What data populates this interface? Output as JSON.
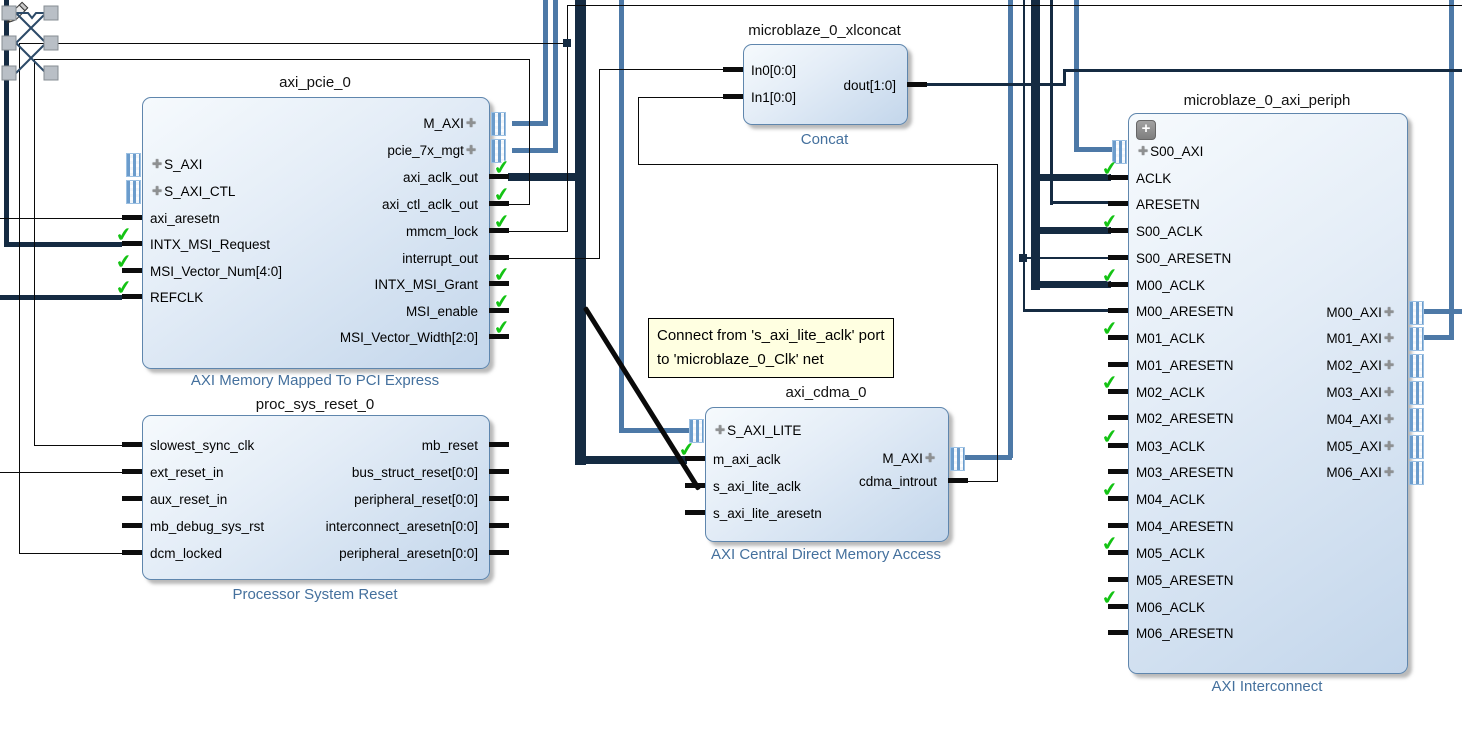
{
  "diagram": {
    "tooltip": {
      "line1": "Connect from 's_axi_lite_aclk' port",
      "line2": "to 'microblaze_0_Clk' net"
    },
    "icons": {
      "interface_plus": "✚",
      "expand_plus": "+",
      "check": "✔"
    },
    "colors": {
      "wire_blue": "#4d79a7",
      "wire_dark": "#152b42",
      "wire_thin": "#0a0a0a",
      "check_green": "#14c314",
      "caption_blue": "#44709d",
      "tooltip_bg": "#ffffe1",
      "block_border": "#5f86ad"
    },
    "blocks": [
      {
        "id": "axi_pcie_0",
        "title": "axi_pcie_0",
        "caption": "AXI Memory Mapped To PCI Express",
        "left": [
          {
            "label": "S_AXI",
            "interface": true
          },
          {
            "label": "S_AXI_CTL",
            "interface": true
          },
          {
            "label": "axi_aresetn"
          },
          {
            "label": "INTX_MSI_Request",
            "check": true
          },
          {
            "label": "MSI_Vector_Num[4:0]",
            "check": true
          },
          {
            "label": "REFCLK",
            "check": true
          }
        ],
        "right": [
          {
            "label": "M_AXI",
            "interface": true
          },
          {
            "label": "pcie_7x_mgt",
            "interface": true
          },
          {
            "label": "axi_aclk_out",
            "check": true
          },
          {
            "label": "axi_ctl_aclk_out",
            "check": true
          },
          {
            "label": "mmcm_lock",
            "check": true
          },
          {
            "label": "interrupt_out"
          },
          {
            "label": "INTX_MSI_Grant",
            "check": true
          },
          {
            "label": "MSI_enable",
            "check": true
          },
          {
            "label": "MSI_Vector_Width[2:0]",
            "check": true
          }
        ]
      },
      {
        "id": "proc_sys_reset_0",
        "title": "proc_sys_reset_0",
        "caption": "Processor System Reset",
        "left": [
          {
            "label": "slowest_sync_clk"
          },
          {
            "label": "ext_reset_in"
          },
          {
            "label": "aux_reset_in"
          },
          {
            "label": "mb_debug_sys_rst"
          },
          {
            "label": "dcm_locked"
          }
        ],
        "right": [
          {
            "label": "mb_reset"
          },
          {
            "label": "bus_struct_reset[0:0]"
          },
          {
            "label": "peripheral_reset[0:0]"
          },
          {
            "label": "interconnect_aresetn[0:0]"
          },
          {
            "label": "peripheral_aresetn[0:0]"
          }
        ]
      },
      {
        "id": "microblaze_0_xlconcat",
        "title": "microblaze_0_xlconcat",
        "caption": "Concat",
        "left": [
          {
            "label": "In0[0:0]"
          },
          {
            "label": "In1[0:0]"
          }
        ],
        "right": [
          {
            "label": "dout[1:0]"
          }
        ]
      },
      {
        "id": "axi_cdma_0",
        "title": "axi_cdma_0",
        "caption": "AXI Central Direct Memory Access",
        "left": [
          {
            "label": "S_AXI_LITE",
            "interface": true
          },
          {
            "label": "m_axi_aclk",
            "check": true
          },
          {
            "label": "s_axi_lite_aclk"
          },
          {
            "label": "s_axi_lite_aresetn"
          }
        ],
        "right": [
          {
            "label": "M_AXI",
            "interface": true
          },
          {
            "label": "cdma_introut"
          }
        ]
      },
      {
        "id": "microblaze_0_axi_periph",
        "title": "microblaze_0_axi_periph",
        "caption": "AXI Interconnect",
        "expandable": true,
        "left": [
          {
            "label": "S00_AXI",
            "interface": true
          },
          {
            "label": "ACLK",
            "check": true
          },
          {
            "label": "ARESETN"
          },
          {
            "label": "S00_ACLK",
            "check": true
          },
          {
            "label": "S00_ARESETN"
          },
          {
            "label": "M00_ACLK",
            "check": true
          },
          {
            "label": "M00_ARESETN"
          },
          {
            "label": "M01_ACLK",
            "check": true
          },
          {
            "label": "M01_ARESETN"
          },
          {
            "label": "M02_ACLK",
            "check": true
          },
          {
            "label": "M02_ARESETN"
          },
          {
            "label": "M03_ACLK",
            "check": true
          },
          {
            "label": "M03_ARESETN"
          },
          {
            "label": "M04_ACLK",
            "check": true
          },
          {
            "label": "M04_ARESETN"
          },
          {
            "label": "M05_ACLK",
            "check": true
          },
          {
            "label": "M05_ARESETN"
          },
          {
            "label": "M06_ACLK",
            "check": true
          },
          {
            "label": "M06_ARESETN"
          }
        ],
        "right": [
          {
            "label": "M00_AXI",
            "interface": true
          },
          {
            "label": "M01_AXI",
            "interface": true
          },
          {
            "label": "M02_AXI",
            "interface": true
          },
          {
            "label": "M03_AXI",
            "interface": true
          },
          {
            "label": "M04_AXI",
            "interface": true
          },
          {
            "label": "M05_AXI",
            "interface": true
          },
          {
            "label": "M06_AXI",
            "interface": true
          }
        ]
      }
    ]
  }
}
